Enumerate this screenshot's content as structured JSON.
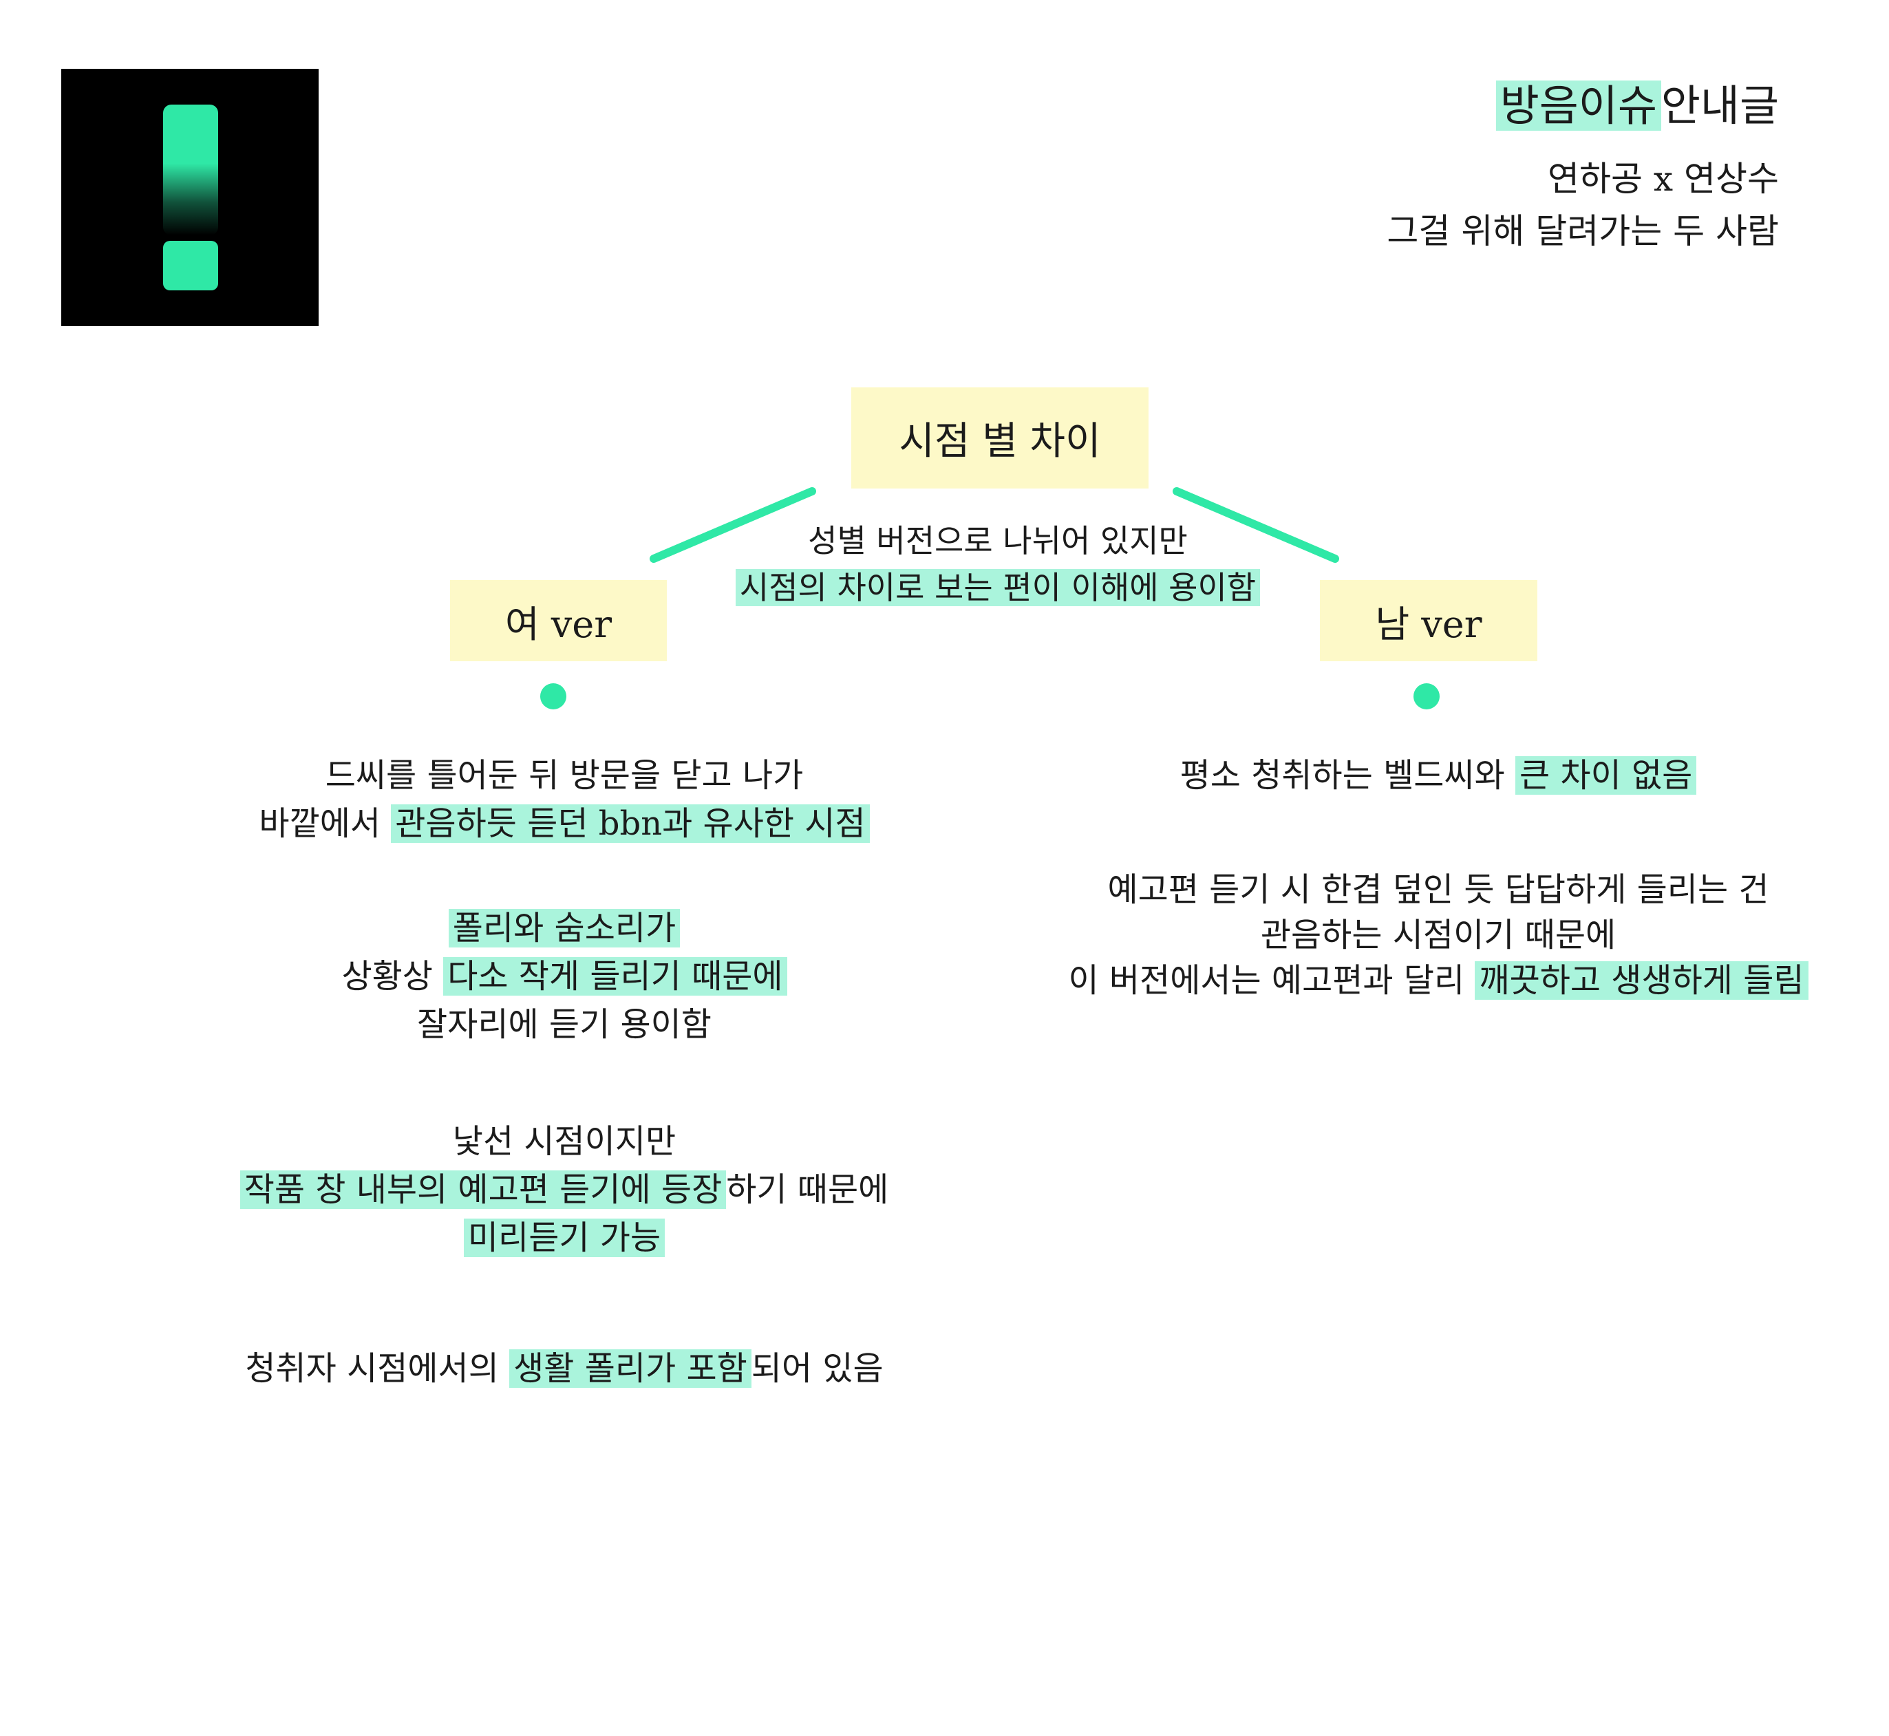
{
  "logo": {
    "icon": "exclamation-icon",
    "accent": "#2fe8a6"
  },
  "header": {
    "title_hl": "방음이슈",
    "title_rest": "안내글",
    "sub_line1": "연하공 x 연상수",
    "sub_line2": "그걸 위해 달려가는 두 사람"
  },
  "center": {
    "box_label": "시점 별 차이",
    "note_line1": "성별 버전으로 나뉘어 있지만",
    "note_line2_hl": "시점의 차이로 보는 편이 이해에 용이함"
  },
  "left": {
    "label": "여 ver",
    "item1": {
      "line1": "드씨를 틀어둔 뒤 방문을 닫고 나가",
      "line2_plain": "바깥에서 ",
      "line2_hl": "관음하듯 듣던 bbn과 유사한 시점"
    },
    "item2": {
      "line1_hl": "폴리와 숨소리가",
      "line2_plain": "상황상 ",
      "line2_hl": "다소 작게 들리기 때문에",
      "line3": "잘자리에 듣기 용이함"
    },
    "item3": {
      "line1": "낯선 시점이지만",
      "line2_hl": "작품 창 내부의 예고편 듣기에 등장",
      "line2_plain": "하기 때문에",
      "line3_hl": "미리듣기 가능"
    },
    "item4": {
      "plain1": "청취자 시점에서의 ",
      "hl": "생활 폴리가 포함",
      "plain2": "되어 있음"
    }
  },
  "right": {
    "label": "남 ver",
    "item1": {
      "plain": "평소 청취하는 벨드씨와 ",
      "hl": "큰 차이 없음"
    },
    "item2": {
      "line1": "예고편 듣기 시 한겹 덮인 듯 답답하게 들리는 건",
      "line2": "관음하는 시점이기 때문에",
      "line3_plain": "이 버전에서는 예고편과 달리 ",
      "line3_hl": "깨끗하고 생생하게 들림"
    }
  },
  "colors": {
    "accent": "#2fe8a6",
    "highlight": "#aaf4dc",
    "box": "#fdf9c8"
  }
}
